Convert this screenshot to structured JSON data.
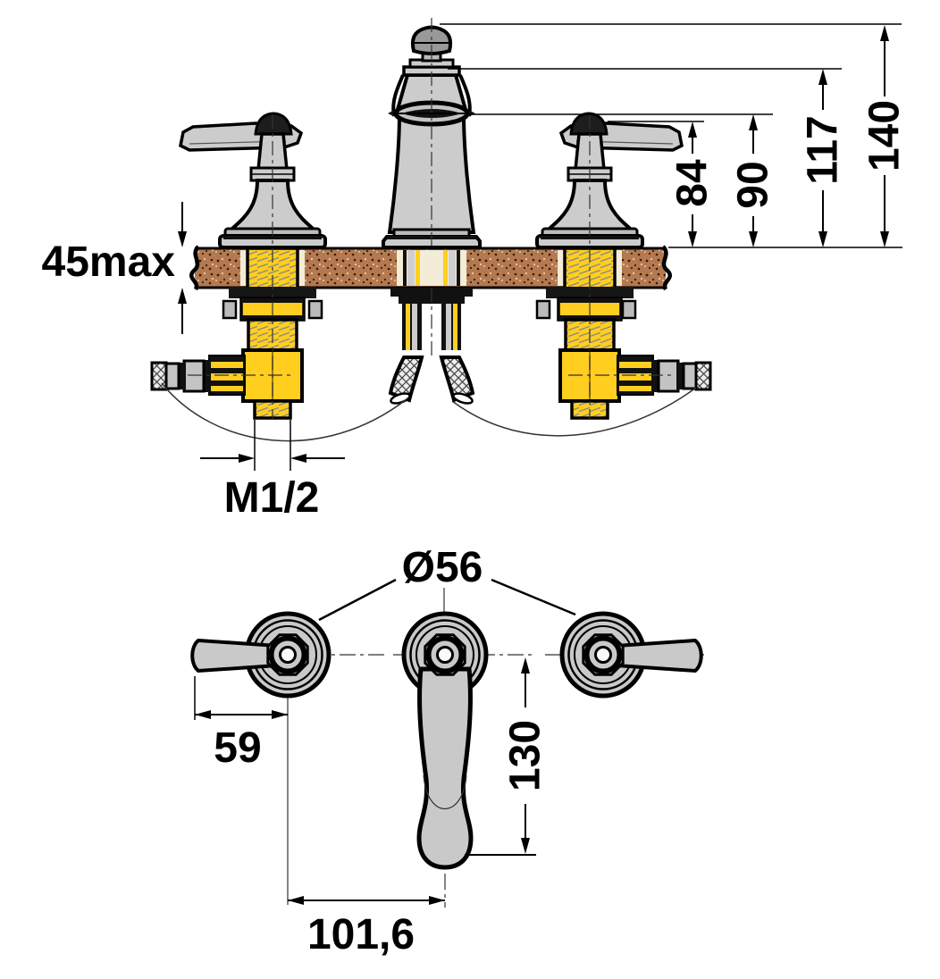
{
  "dimensions": {
    "side": {
      "total_height": "140",
      "spout_top_height": "117",
      "spout_outlet_height": "90",
      "handle_height": "84",
      "counter_thickness_max": "45max",
      "connection_thread": "M1/2"
    },
    "plan": {
      "escutcheon_diameter": "Ø56",
      "handle_length": "59",
      "spout_reach": "130",
      "hole_spacing": "101,6"
    }
  },
  "colors": {
    "brass": "#FFCE1F",
    "chrome": "#C9C9C9",
    "countertop": "#B5794F",
    "line": "#000000",
    "background": "#FFFFFF"
  }
}
